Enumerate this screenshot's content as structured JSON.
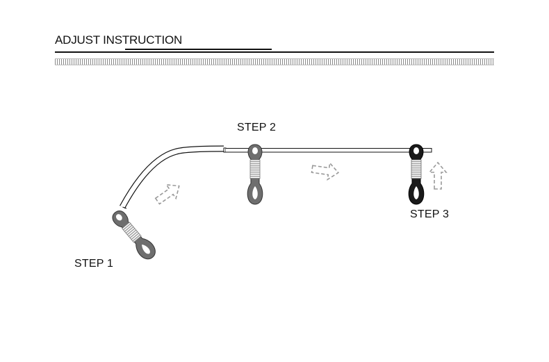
{
  "header": {
    "title": "ADJUST INSTRUCTION"
  },
  "steps": [
    {
      "label": "STEP 1"
    },
    {
      "label": "STEP 2"
    },
    {
      "label": "STEP 3"
    }
  ],
  "colors": {
    "loop_grey": "#6e6e6e",
    "loop_black": "#1a1a1a",
    "arrow_dashed": "#9a9a9a",
    "coil": "#cfcfcf",
    "line": "#111111"
  },
  "icons": {
    "arrows": [
      "dashed-arrow-up-right-icon",
      "dashed-arrow-right-icon",
      "dashed-arrow-up-icon"
    ],
    "loops": [
      "rubber-loop-grey-icon",
      "rubber-loop-grey-icon",
      "rubber-loop-black-icon"
    ]
  }
}
